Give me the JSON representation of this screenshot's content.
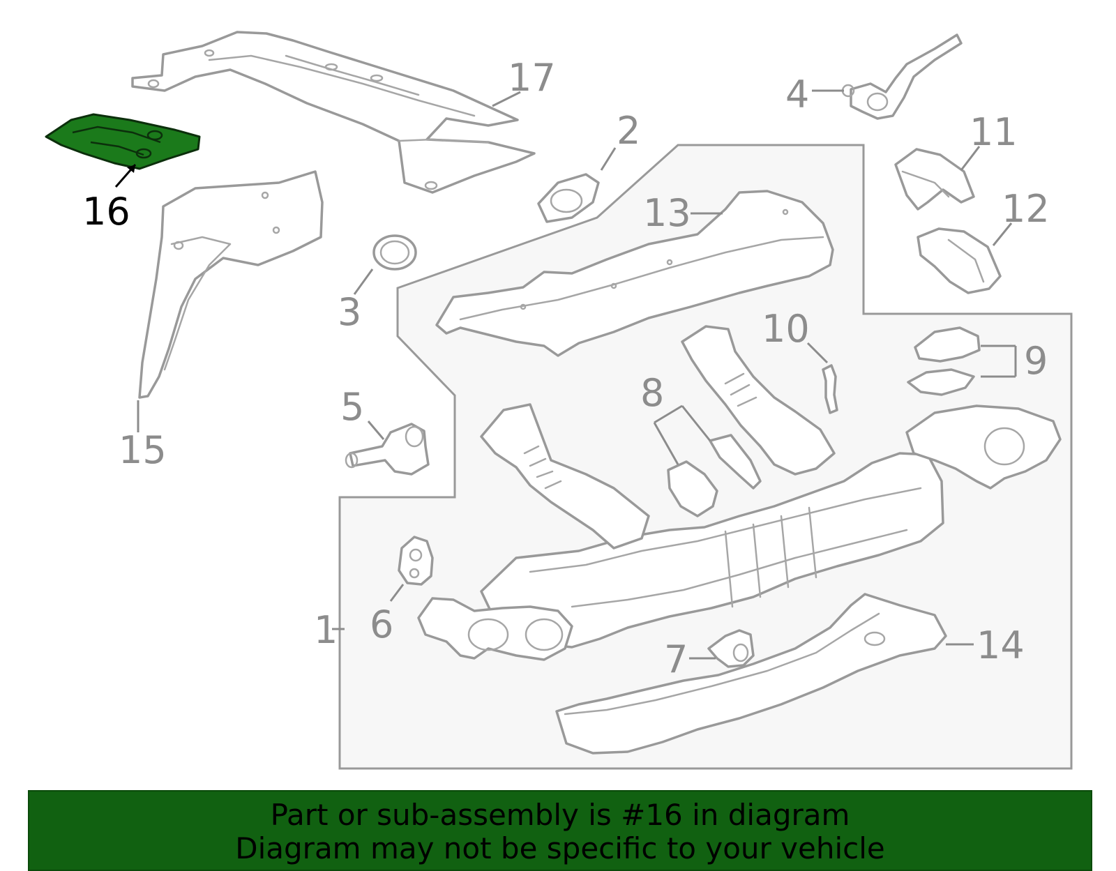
{
  "diagram": {
    "highlight_color": "#1b7a1b",
    "highlight_outline": "#0c2f0c",
    "line_color": "#999999",
    "assembly_box_fill": "#f7f7f7",
    "callouts": [
      {
        "id": "1",
        "label": "1"
      },
      {
        "id": "2",
        "label": "2"
      },
      {
        "id": "3",
        "label": "3"
      },
      {
        "id": "4",
        "label": "4"
      },
      {
        "id": "5",
        "label": "5"
      },
      {
        "id": "6",
        "label": "6"
      },
      {
        "id": "7",
        "label": "7"
      },
      {
        "id": "8",
        "label": "8"
      },
      {
        "id": "9",
        "label": "9"
      },
      {
        "id": "10",
        "label": "10"
      },
      {
        "id": "11",
        "label": "11"
      },
      {
        "id": "12",
        "label": "12"
      },
      {
        "id": "13",
        "label": "13"
      },
      {
        "id": "14",
        "label": "14"
      },
      {
        "id": "15",
        "label": "15"
      },
      {
        "id": "16",
        "label": "16"
      },
      {
        "id": "17",
        "label": "17"
      }
    ],
    "highlighted_part": "16"
  },
  "banner": {
    "background": "#116111",
    "line1": "Part or sub-assembly is #16 in diagram",
    "line2": "Diagram may not be specific to your vehicle"
  }
}
